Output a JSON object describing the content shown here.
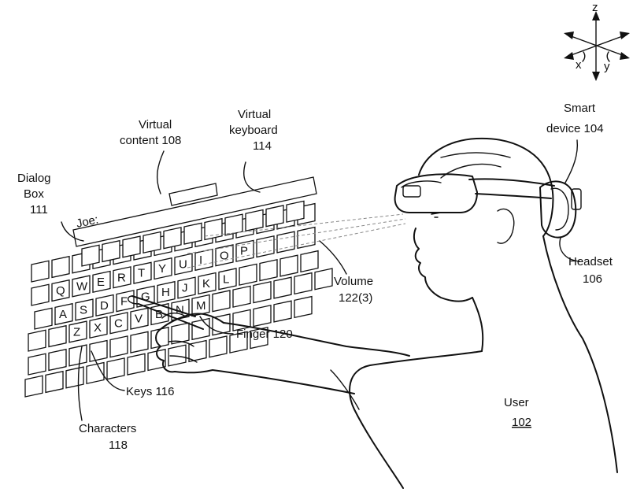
{
  "labels": {
    "virtual_content_1": "Virtual",
    "virtual_content_2": "content 108",
    "virtual_keyboard_1": "Virtual",
    "virtual_keyboard_2": "keyboard",
    "virtual_keyboard_3": "114",
    "dialog_box_1": "Dialog",
    "dialog_box_2": "Box",
    "dialog_box_3": "111",
    "dialog_text": "Joe:",
    "smart_device_1": "Smart",
    "smart_device_2": "device 104",
    "headset_1": "Headset",
    "headset_2": "106",
    "volume_1": "Volume",
    "volume_2": "122(3)",
    "finger": "Finger 120",
    "keys": "Keys 116",
    "characters_1": "Characters",
    "characters_2": "118",
    "user_1": "User",
    "user_2": "102"
  },
  "axes": {
    "z": "z",
    "x": "x",
    "y": "y"
  },
  "keyboard": {
    "row1": [
      "Q",
      "W",
      "E",
      "R",
      "T",
      "Y",
      "U",
      "I",
      "O",
      "P"
    ],
    "row2": [
      "A",
      "S",
      "D",
      "F",
      "G",
      "H",
      "J",
      "K",
      "L"
    ],
    "row3": [
      "Z",
      "X",
      "C",
      "V",
      "B",
      "N",
      "M"
    ]
  }
}
